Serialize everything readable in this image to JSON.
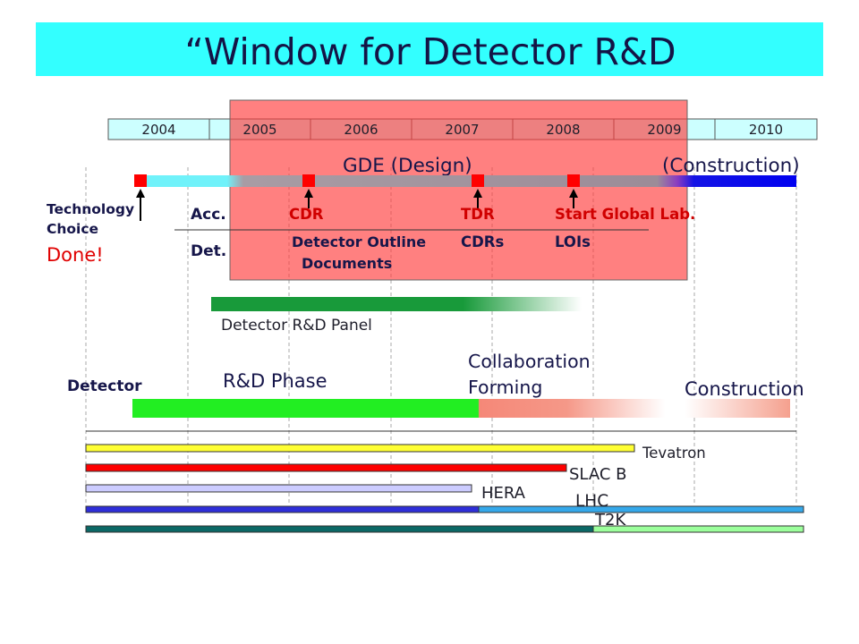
{
  "title": "“Window for Detector R&D",
  "timeline": {
    "years": [
      "2004",
      "2005",
      "2006",
      "2007",
      "2008",
      "2009",
      "2010"
    ],
    "phase_design": "GDE (Design)",
    "phase_construction": "(Construction)"
  },
  "technology_choice": {
    "line1": "Technology",
    "line2": "Choice",
    "status": "Done!"
  },
  "milestone_rows": {
    "acc_label": "Acc.",
    "det_label": "Det.",
    "acc": [
      "CDR",
      "TDR",
      "Start Global Lab."
    ],
    "det": {
      "outline_line1": "Detector Outline",
      "outline_line2": "Documents",
      "cdrs": "CDRs",
      "lois": "LOIs"
    }
  },
  "detector_rd_panel": {
    "label": "Detector R&D Panel"
  },
  "detector": {
    "label": "Detector",
    "rd_phase": "R&D Phase",
    "collaboration_line1": "Collaboration",
    "collaboration_line2": "Forming",
    "construction": "Construction"
  },
  "experiments": [
    {
      "name": "Tevatron",
      "color": "#FFFF33"
    },
    {
      "name": "SLAC B",
      "color": "#FF0000"
    },
    {
      "name": "HERA",
      "color": "#CCCCFF"
    },
    {
      "name": "LHC",
      "colors": [
        "#2E2ED8",
        "#35A8EA"
      ]
    },
    {
      "name": "T2K",
      "colors": [
        "#0B6866",
        "#9CFF9C"
      ]
    }
  ],
  "colors": {
    "title_banner": "#33FFFF",
    "title_text": "#141446",
    "year_box": "#CCFFFF",
    "design_window": "rgba(255,60,60,0.65)",
    "milestone_marker": "#FF0000",
    "accelerator_milestone_text": "#D00000",
    "done_text": "#E00000"
  }
}
